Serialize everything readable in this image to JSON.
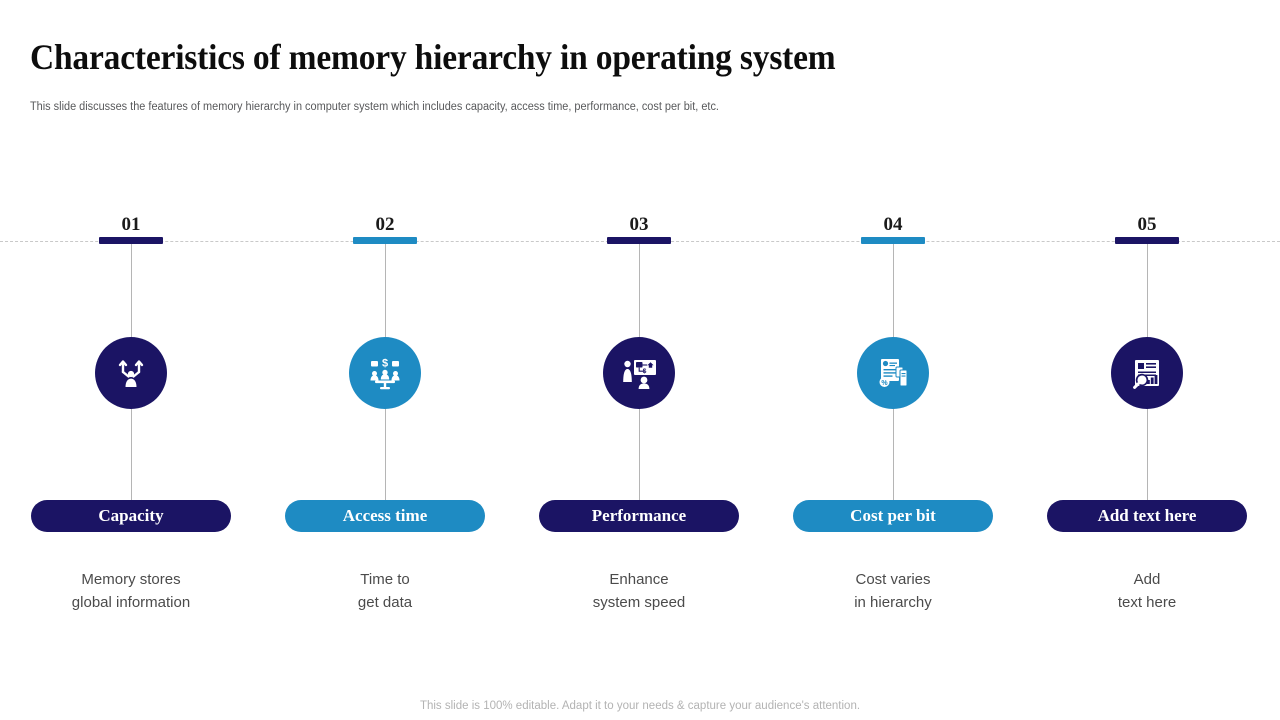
{
  "header": {
    "title": "Characteristics of memory hierarchy in operating system",
    "subtitle": "This slide discusses the features of memory hierarchy in computer system which includes capacity, access time, performance, cost per bit, etc."
  },
  "colors": {
    "navy": "#1b1464",
    "blue": "#1e8bc3",
    "dashed_line": "#c9c9c9",
    "connector": "#b5b5b5",
    "title": "#0d0d0d",
    "subtitle": "#58595b",
    "body_text": "#4b4b4b",
    "footer": "#b3b3b3"
  },
  "steps": [
    {
      "number": "01",
      "label": "Capacity",
      "desc_line1": "Memory stores",
      "desc_line2": "global information",
      "icon": "person-growth-arrows-icon",
      "color": "#1b1464"
    },
    {
      "number": "02",
      "label": "Access time",
      "desc_line1": "Time to",
      "desc_line2": "get data",
      "icon": "team-meeting-dollar-icon",
      "color": "#1e8bc3"
    },
    {
      "number": "03",
      "label": "Performance",
      "desc_line1": "Enhance",
      "desc_line2": "system speed",
      "icon": "presentation-people-icon",
      "color": "#1b1464"
    },
    {
      "number": "04",
      "label": "Cost per bit",
      "desc_line1": "Cost varies",
      "desc_line2": "in hierarchy",
      "icon": "invoice-documents-icon",
      "color": "#1e8bc3"
    },
    {
      "number": "05",
      "label": "Add text here",
      "desc_line1": "Add",
      "desc_line2": "text here",
      "icon": "report-chart-magnifier-icon",
      "color": "#1b1464"
    }
  ],
  "footer": {
    "note": "This slide is 100% editable. Adapt it to your needs & capture your audience's attention."
  }
}
